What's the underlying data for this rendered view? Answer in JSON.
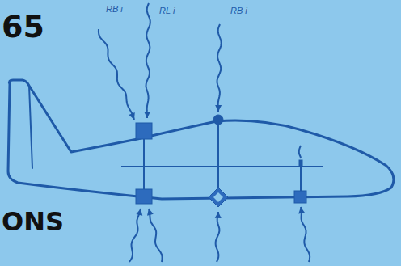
{
  "diagram": {
    "labels": [
      "65",
      "RB i",
      "RL i",
      "RB i",
      "ONS"
    ]
  }
}
